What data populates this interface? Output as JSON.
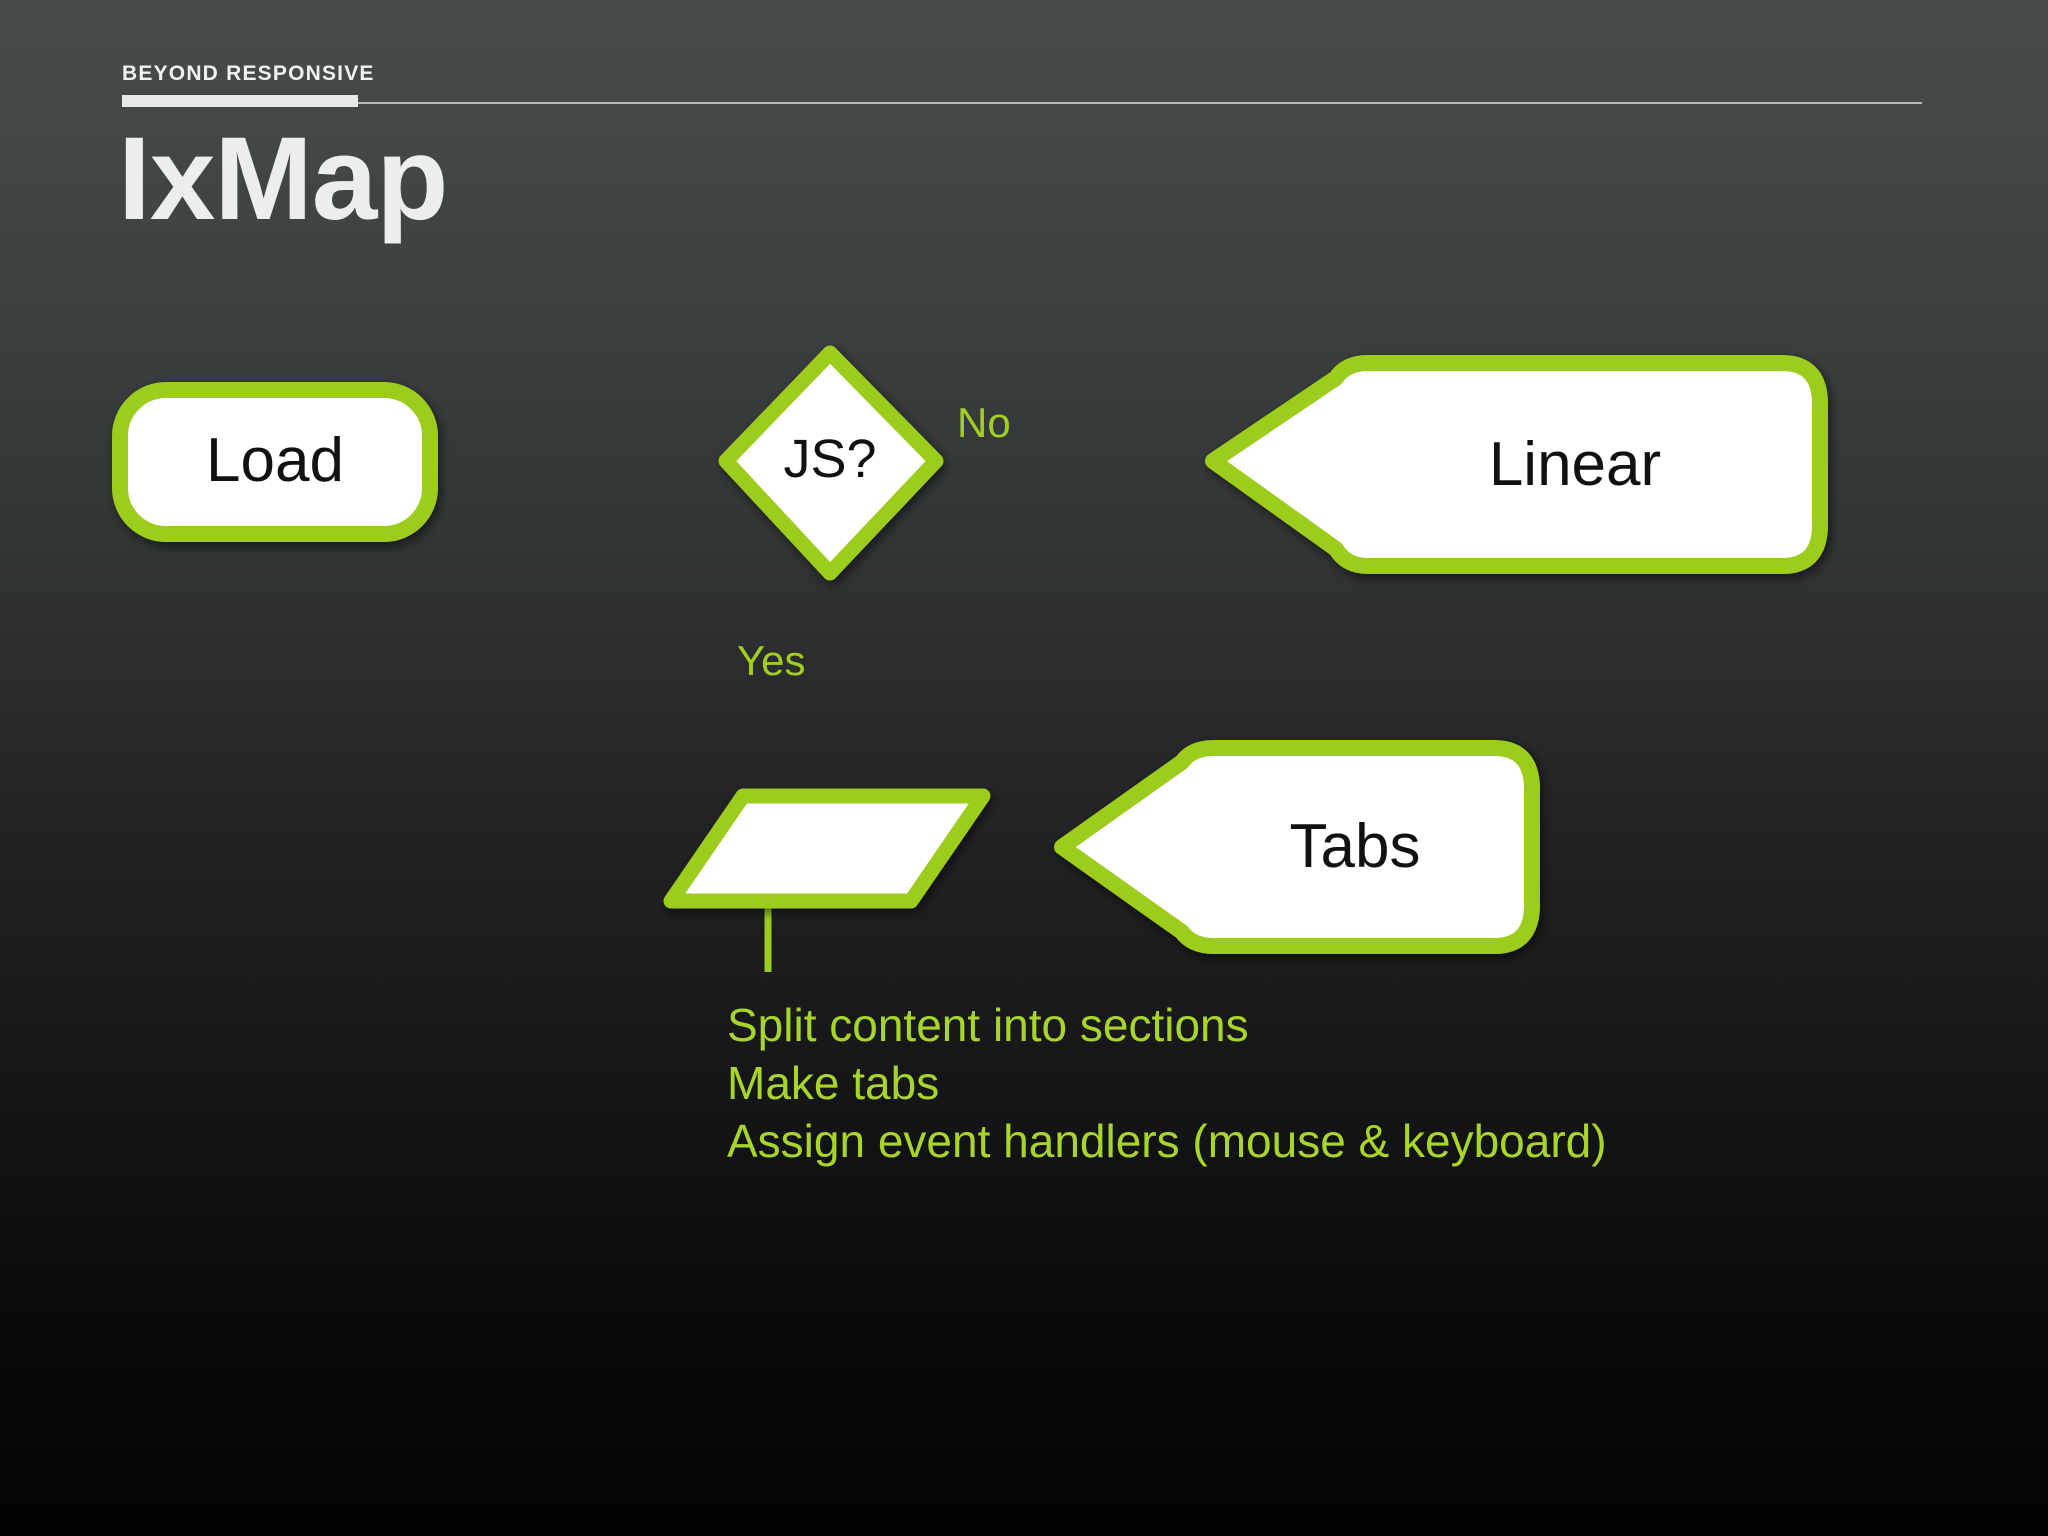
{
  "slide": {
    "kicker": "BEYOND RESPONSIVE",
    "title": "IxMap",
    "accent_color": "#9ccc1e",
    "text_color": "#eceeed",
    "annotation_color": "#a9d42a",
    "background_top": "#474c4a",
    "background_mid": "#252628",
    "background_bottom": "#020202"
  },
  "flowchart": {
    "nodes": [
      {
        "id": "load",
        "label": "Load",
        "shape": "rounded-rect"
      },
      {
        "id": "js",
        "label": "JS?",
        "shape": "diamond"
      },
      {
        "id": "linear",
        "label": "Linear",
        "shape": "callout-left"
      },
      {
        "id": "split",
        "label": "",
        "shape": "parallelogram"
      },
      {
        "id": "tabs",
        "label": "Tabs",
        "shape": "callout-left"
      }
    ],
    "edges": [
      {
        "from": "load",
        "to": "js",
        "label": ""
      },
      {
        "from": "js",
        "to": "linear",
        "label": "No"
      },
      {
        "from": "js",
        "to": "split",
        "label": "Yes"
      },
      {
        "from": "split",
        "to": "tabs",
        "label": ""
      }
    ],
    "annotations": [
      "Split content into sections",
      "Make tabs",
      "Assign event handlers (mouse & keyboard)"
    ]
  }
}
